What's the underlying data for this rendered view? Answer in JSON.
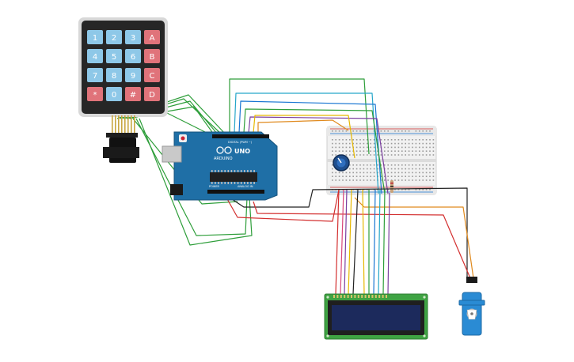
{
  "keypad": {
    "keys": [
      [
        "1",
        "2",
        "3",
        "A"
      ],
      [
        "4",
        "5",
        "6",
        "B"
      ],
      [
        "7",
        "8",
        "9",
        "C"
      ],
      [
        "*",
        "0",
        "#",
        "D"
      ]
    ],
    "number_key_color": "#8ec8e8",
    "letter_key_color": "#e0737a"
  },
  "arduino": {
    "board_color": "#1f6fa6",
    "brand_label": "ARDUINO",
    "model_label": "UNO",
    "digital_label": "DIGITAL (PWM ~)",
    "analog_label": "ANALOG IN",
    "power_label": "POWER"
  },
  "colors": {
    "wire_green": "#2e9e3a",
    "wire_red": "#d32f2f",
    "wire_black": "#222222",
    "wire_yellow": "#e6b800",
    "wire_orange": "#e08a1e",
    "wire_blue": "#1976d2",
    "wire_cyan": "#26a6c9",
    "wire_purple": "#7b3fa0",
    "wire_pink": "#d8467a",
    "lcd_board": "#3fa343",
    "lcd_screen": "#1c2a5c",
    "servo_body": "#2a8bd4"
  }
}
